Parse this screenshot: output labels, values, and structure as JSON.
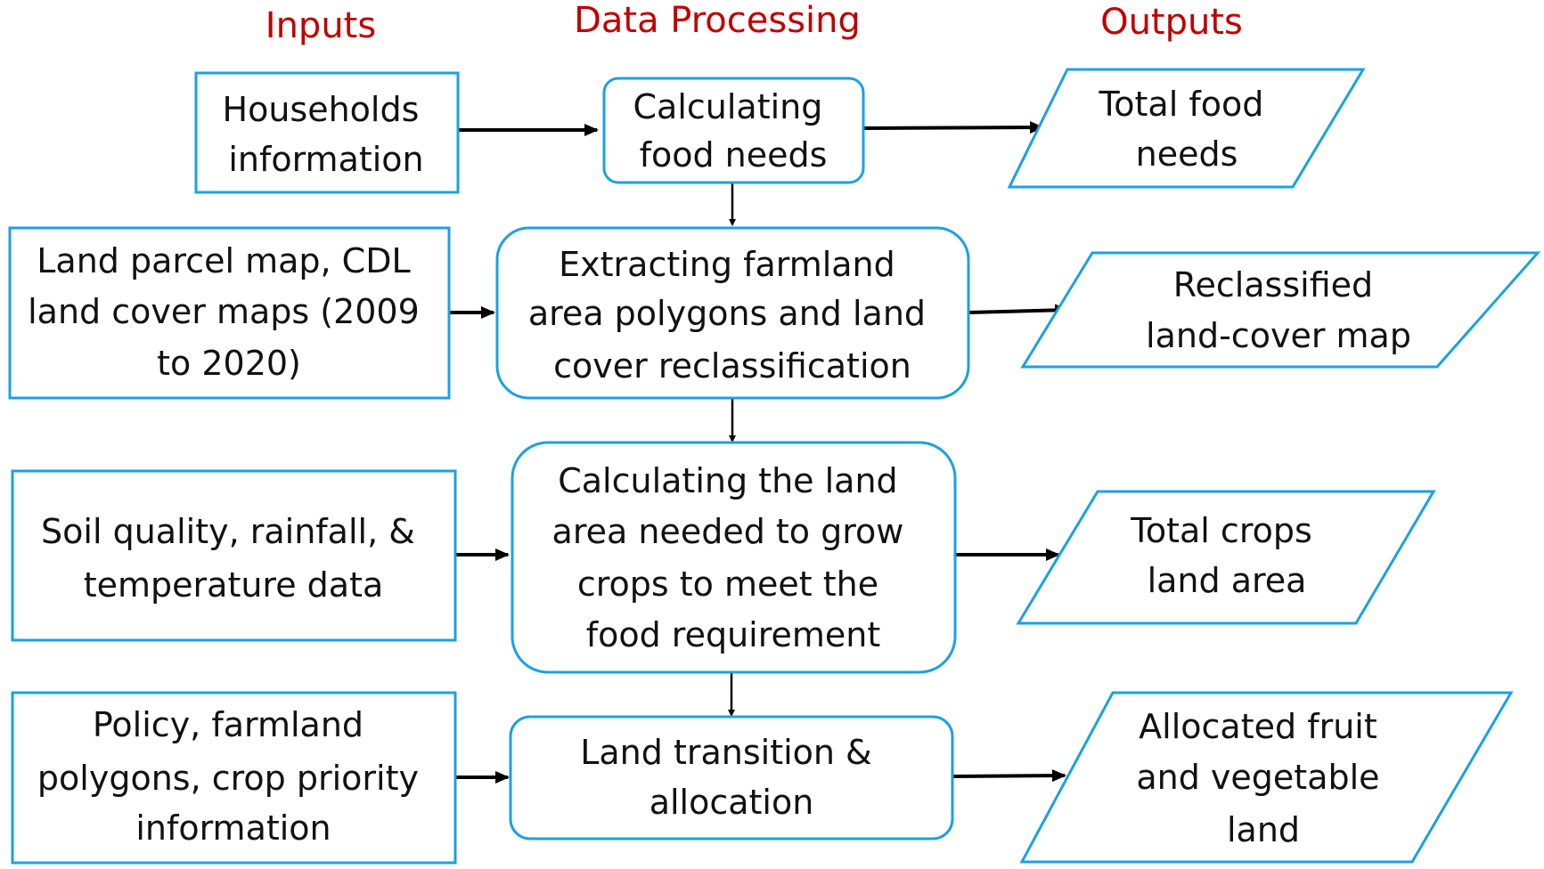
{
  "headers": {
    "inputs": "Inputs",
    "processing": "Data Processing",
    "outputs": "Outputs"
  },
  "inputs": [
    {
      "lines": [
        "Households",
        "information"
      ]
    },
    {
      "lines": [
        "Land parcel map, CDL",
        "land cover maps (2009",
        "to 2020)"
      ]
    },
    {
      "lines": [
        "Soil quality, rainfall, &",
        "temperature data"
      ]
    },
    {
      "lines": [
        "Policy, farmland",
        "polygons, crop priority",
        "information"
      ]
    }
  ],
  "processes": [
    {
      "lines": [
        "Calculating",
        "food needs"
      ]
    },
    {
      "lines": [
        "Extracting farmland",
        "area polygons and land",
        "cover reclassification"
      ]
    },
    {
      "lines": [
        "Calculating the land",
        "area needed to grow",
        "crops to meet the",
        "food requirement"
      ]
    },
    {
      "lines": [
        "Land transition &",
        "allocation"
      ]
    }
  ],
  "outputs": [
    {
      "lines": [
        "Total food",
        "needs"
      ]
    },
    {
      "lines": [
        "Reclassified",
        "land-cover map"
      ]
    },
    {
      "lines": [
        "Total crops",
        "land area"
      ]
    },
    {
      "lines": [
        "Allocated fruit",
        "and vegetable",
        "land"
      ]
    }
  ],
  "colors": {
    "header": "#c00000",
    "box_border": "#1ba1e2",
    "arrow": "#000000",
    "text": "#111111"
  }
}
